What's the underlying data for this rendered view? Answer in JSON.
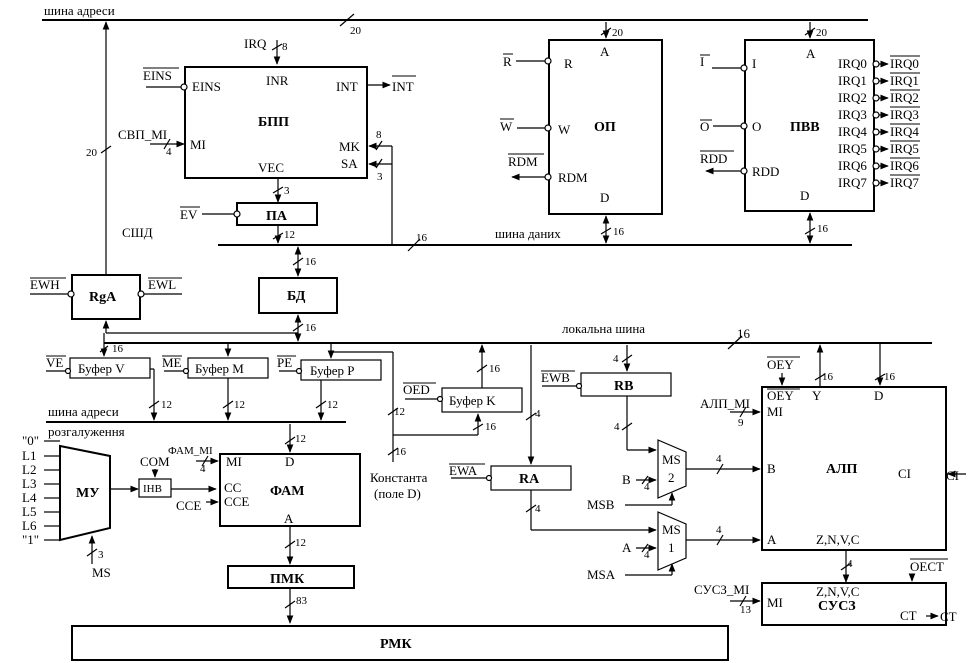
{
  "buses": {
    "address_bus": "шина адреси",
    "address_bus_width": "20",
    "data_bus": "шина даних",
    "data_bus_width": "16",
    "local_bus": "локальна шина",
    "local_bus_width": "16",
    "branch_address_bus_1": "шина адреси",
    "branch_address_bus_2": "розгалуження",
    "system_data_bus": "СШД"
  },
  "blocks": {
    "bpp": {
      "name": "БПП",
      "in_eins": "EINS",
      "in_mi": "MI",
      "in_inr": "INR",
      "out_int": "INT",
      "vec": "VEC",
      "mk": "MK",
      "sa": "SA"
    },
    "op": {
      "name": "ОП",
      "r": "R",
      "w": "W",
      "rdm": "RDM",
      "a": "A",
      "d": "D"
    },
    "pvv": {
      "name": "ПВВ",
      "i": "I",
      "o": "O",
      "rdd": "RDD",
      "a": "A",
      "d": "D",
      "irq": [
        "IRQ0",
        "IRQ1",
        "IRQ2",
        "IRQ3",
        "IRQ4",
        "IRQ5",
        "IRQ6",
        "IRQ7"
      ]
    },
    "pa": {
      "name": "ПА"
    },
    "bd": {
      "name": "БД"
    },
    "rga": {
      "name": "RgA"
    },
    "buf_v": {
      "name": "Буфер V"
    },
    "buf_m": {
      "name": "Буфер M"
    },
    "buf_p": {
      "name": "Буфер P"
    },
    "buf_k": {
      "name": "Буфер K"
    },
    "rb": {
      "name": "RB"
    },
    "ra": {
      "name": "RA"
    },
    "alu": {
      "name": "АЛП",
      "mi": "MI",
      "oey": "OEY",
      "y": "Y",
      "d": "D",
      "b": "B",
      "a": "A",
      "ci": "CI",
      "flags": "Z,N,V,C"
    },
    "mu": {
      "name": "МУ"
    },
    "inv": {
      "name": "ІНВ"
    },
    "fam": {
      "name": "ФАМ",
      "mi": "MI",
      "d": "D",
      "cc": "CC",
      "cce": "CCE",
      "a": "A"
    },
    "pmk": {
      "name": "ПМК"
    },
    "rmk": {
      "name": "РМК"
    },
    "susz": {
      "name": "СУСЗ",
      "mi": "MI",
      "ct": "CT",
      "flags": "Z,N,V,C"
    },
    "ms_b": {
      "label": "MS",
      "num": "2"
    },
    "ms_a": {
      "label": "MS",
      "num": "1"
    }
  },
  "signals": {
    "irq": "IRQ",
    "eins": "EINS",
    "svp_mi": "СВП_MI",
    "int_out": "INT",
    "r": "R",
    "w": "W",
    "rdm": "RDM",
    "i": "I",
    "o": "O",
    "rdd": "RDD",
    "irq_n": [
      "IRQ0",
      "IRQ1",
      "IRQ2",
      "IRQ3",
      "IRQ4",
      "IRQ5",
      "IRQ6",
      "IRQ7"
    ],
    "ev": "EV",
    "ewh": "EWH",
    "ewl": "EWL",
    "ve": "VE",
    "me": "ME",
    "pe": "PE",
    "oed": "OED",
    "ewb": "EWB",
    "ewa": "EWA",
    "oey": "OEY",
    "alu_mi": "АЛП_MI",
    "b": "B",
    "a": "A",
    "msb": "MSB",
    "msa": "MSA",
    "ci": "CI",
    "fam_mi": "ФАМ_MI",
    "com": "COM",
    "cce": "CCE",
    "ms": "MS",
    "const_1": "Константа",
    "const_2": "(поле D)",
    "oect": "OECT",
    "susz_mi": "СУСЗ_MI",
    "ct": "CT",
    "mu_inputs": [
      "\"0\"",
      "L1",
      "L2",
      "L3",
      "L4",
      "L5",
      "L6",
      "\"1\""
    ]
  },
  "widths": {
    "w20": "20",
    "w8": "8",
    "w4": "4",
    "w3": "3",
    "w12": "12",
    "w16": "16",
    "w9": "9",
    "w13": "13",
    "w83": "83"
  }
}
